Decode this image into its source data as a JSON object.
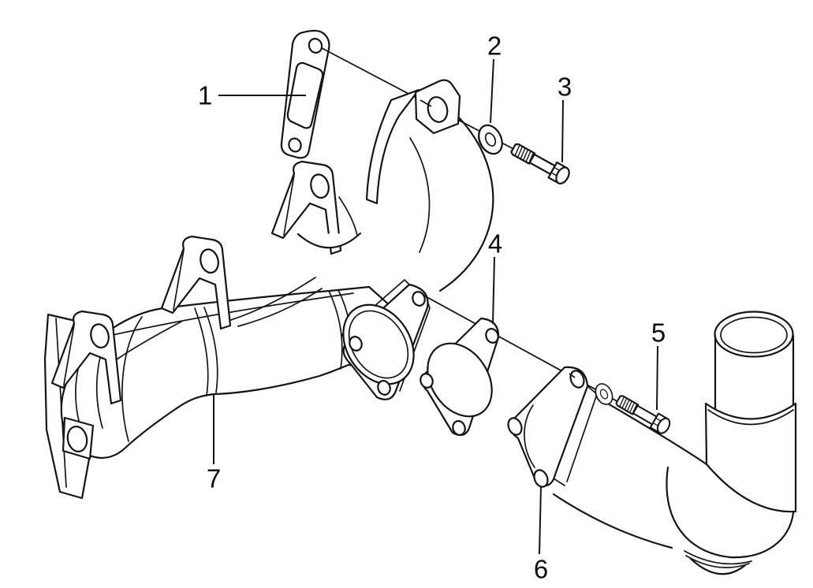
{
  "diagram": {
    "kind": "exploded-parts-line-drawing",
    "subject": "exhaust-manifold-assembly",
    "background_color": "#ffffff",
    "line_color": "#141414",
    "callouts": [
      {
        "label": "1",
        "part": "manifold-port-gasket"
      },
      {
        "label": "2",
        "part": "flat-washer"
      },
      {
        "label": "3",
        "part": "hex-bolt"
      },
      {
        "label": "4",
        "part": "outlet-flange-gasket"
      },
      {
        "label": "5",
        "part": "hex-bolt-with-spring-washer"
      },
      {
        "label": "6",
        "part": "exhaust-outlet-elbow-pipe"
      },
      {
        "label": "7",
        "part": "exhaust-manifold-body"
      }
    ]
  }
}
